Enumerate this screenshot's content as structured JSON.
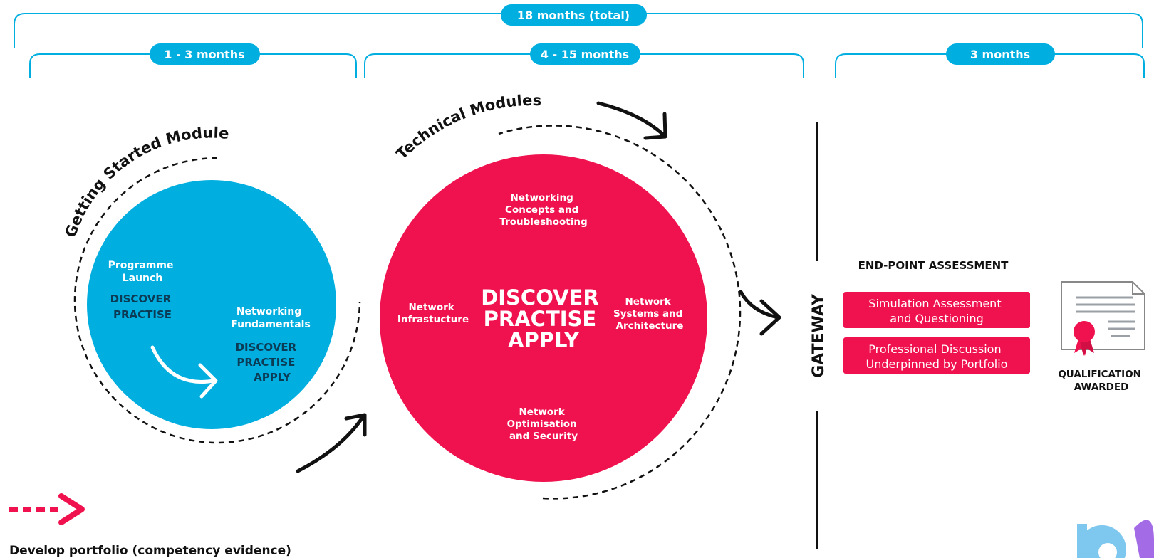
{
  "timeline": {
    "total": "18 months (total)",
    "phase1": "1 - 3 months",
    "phase2": "4 - 15 months",
    "phase3": "3 months"
  },
  "getting_started": {
    "title": "Getting Started Module",
    "launch_line1": "Programme",
    "launch_line2": "Launch",
    "launch_steps": [
      "DISCOVER",
      "PRACTISE"
    ],
    "fund_line1": "Networking",
    "fund_line2": "Fundamentals",
    "fund_steps": [
      "DISCOVER",
      "PRACTISE",
      "APPLY"
    ]
  },
  "technical": {
    "title": "Technical Modules",
    "center": [
      "DISCOVER",
      "PRACTISE",
      "APPLY"
    ],
    "top": [
      "Networking",
      "Concepts and",
      "Troubleshooting"
    ],
    "left": [
      "Network",
      "Infrastucture"
    ],
    "right": [
      "Network",
      "Systems and",
      "Architecture"
    ],
    "bottom": [
      "Network",
      "Optimisation",
      "and Security"
    ]
  },
  "gateway": {
    "label": "GATEWAY"
  },
  "epa": {
    "title": "END-POINT ASSESSMENT",
    "box1": [
      "Simulation Assessment",
      "and Questioning"
    ],
    "box2": [
      "Professional Discussion",
      "Underpinned by Portfolio"
    ]
  },
  "qualification": {
    "line1": "QUALIFICATION",
    "line2": "AWARDED"
  },
  "legend": {
    "text": "Develop portfolio (competency evidence)"
  },
  "colors": {
    "cyan": "#00aee0",
    "magenta": "#f0124f",
    "dark_navy": "#0c3b55",
    "black": "#111111"
  },
  "icons": [
    "certificate-icon",
    "rosette-icon",
    "dashed-arrow-icon",
    "logo"
  ]
}
